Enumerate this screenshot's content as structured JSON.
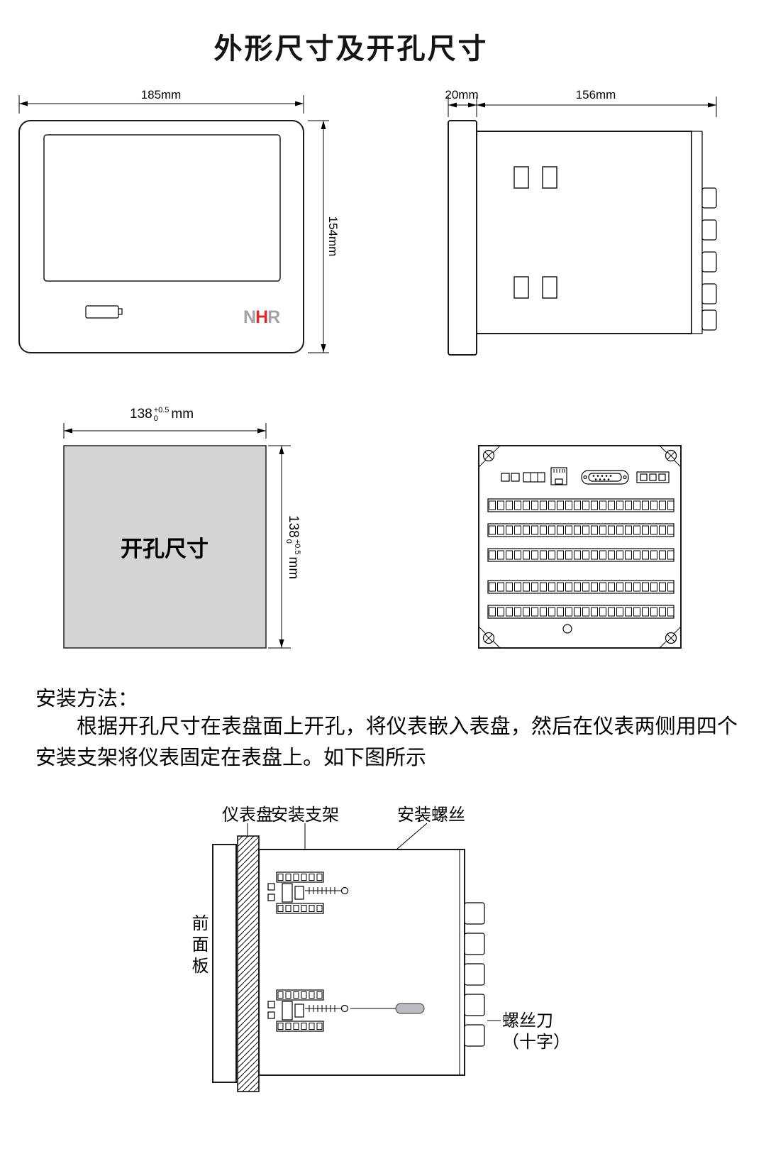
{
  "page": {
    "title": "外形尺寸及开孔尺寸"
  },
  "front_view": {
    "width_dim": "185mm",
    "height_dim": "154mm",
    "logo": {
      "n": "N",
      "h": "H",
      "r": "R"
    }
  },
  "side_view": {
    "bezel_dim": "20mm",
    "depth_dim": "156mm"
  },
  "cutout_view": {
    "label": "开孔尺寸",
    "dim_main": "138",
    "dim_sup": "+0.5",
    "dim_sub": "0",
    "dim_unit": "mm"
  },
  "install_text": {
    "heading": "安装方法：",
    "body": "根据开孔尺寸在表盘面上开孔，将仪表嵌入表盘，然后在仪表两侧用四个安装支架将仪表固定在表盘上。如下图所示"
  },
  "install_diagram": {
    "label_panel": "仪表盘",
    "label_bracket": "安装支架",
    "label_screw": "安装螺丝",
    "label_front_panel": "前面板",
    "label_screwdriver": "螺丝刀\n（十字）"
  },
  "colors": {
    "logo_gray": "#a0a4a8",
    "logo_red": "#d42e2e",
    "cutout_fill": "#d4d4d4",
    "line": "#000000"
  }
}
